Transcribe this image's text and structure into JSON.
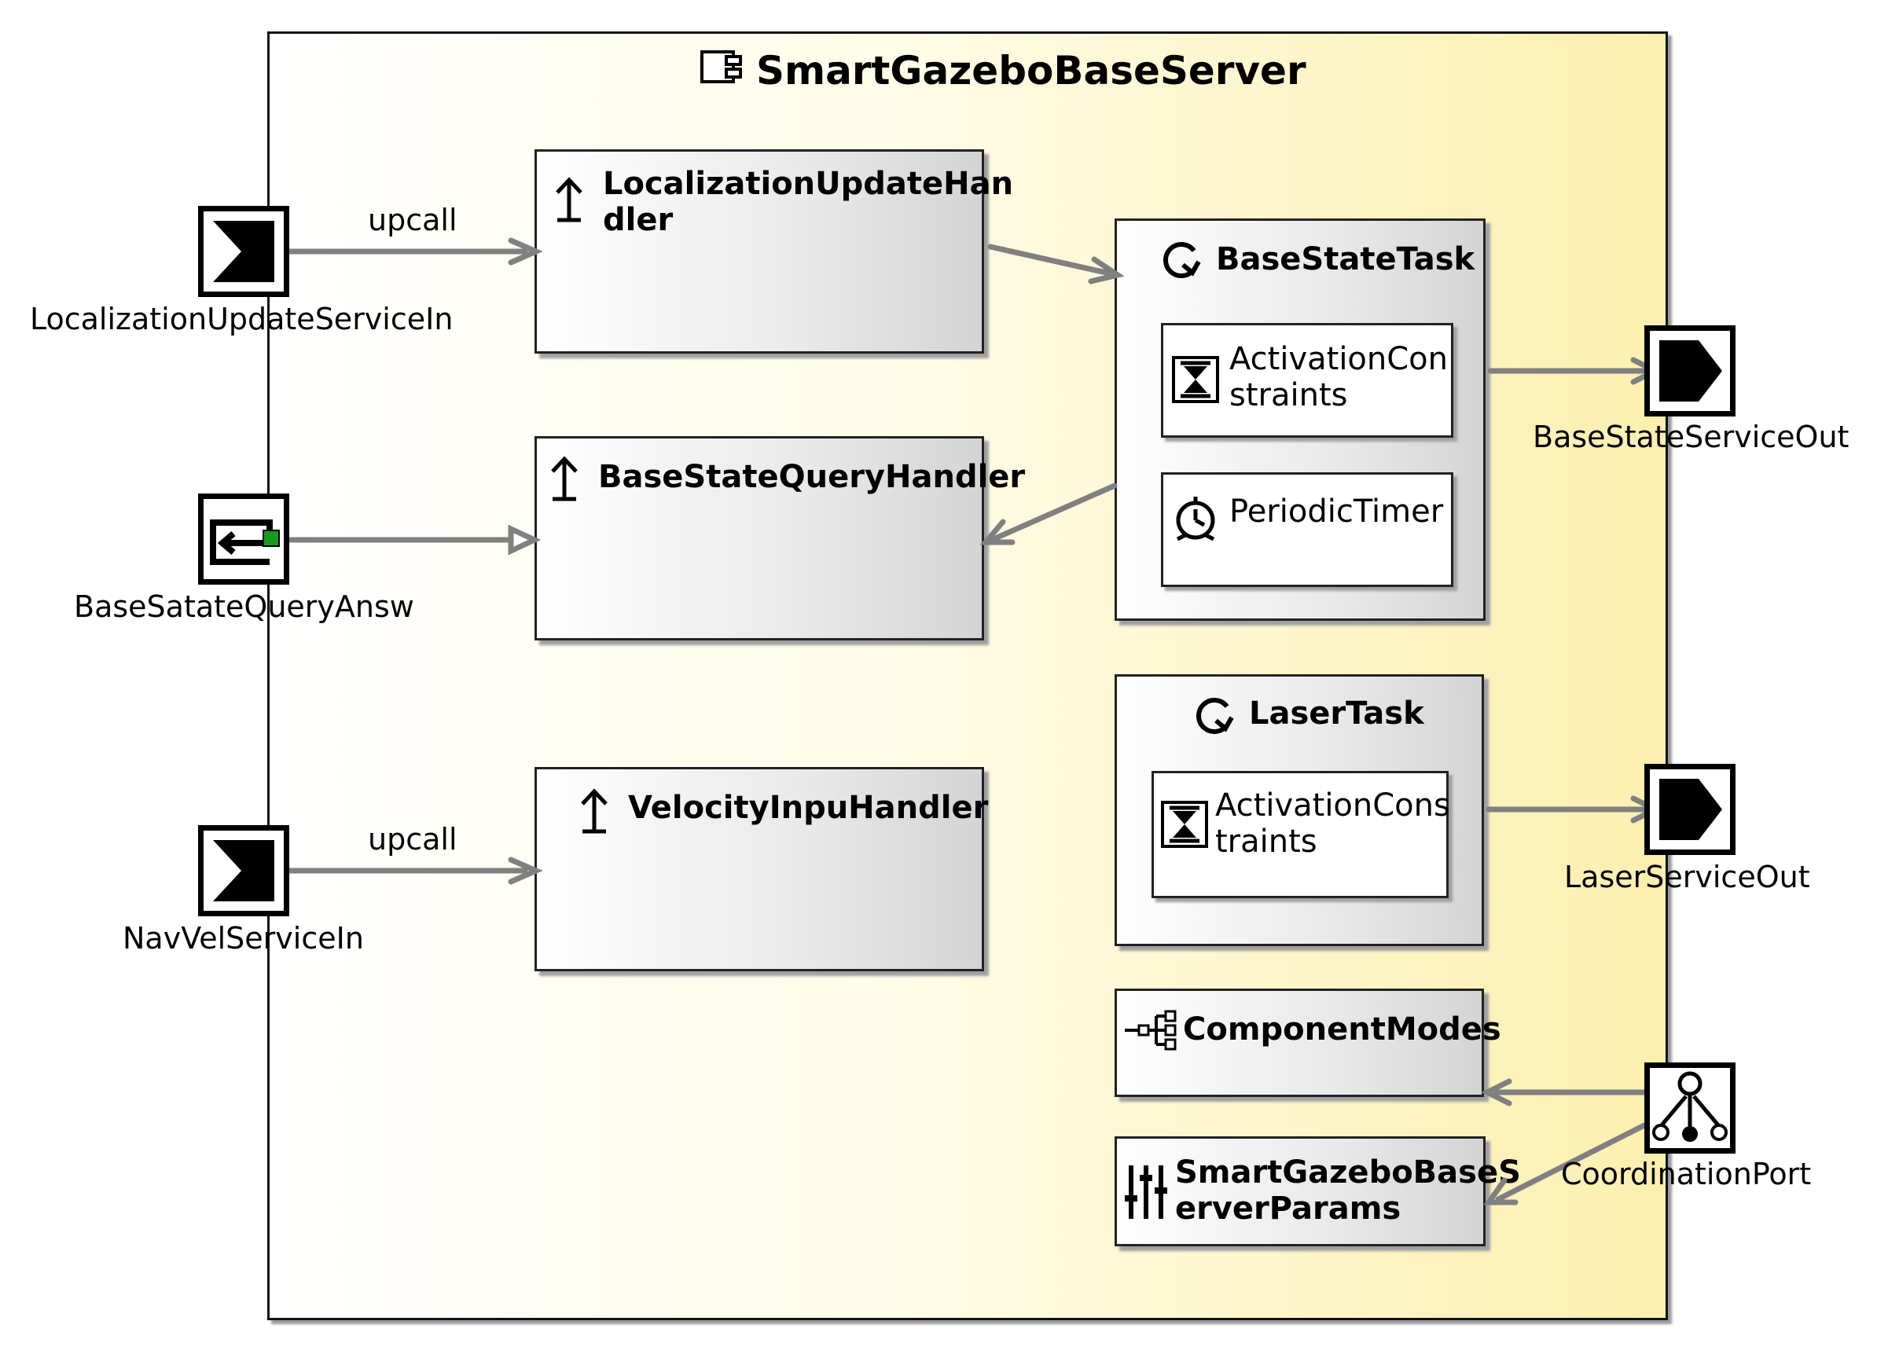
{
  "component": {
    "title": "SmartGazeboBaseServer"
  },
  "handlers": {
    "localization": "LocalizationUpdateHan\ndler",
    "base_state_query": "BaseStateQueryHandler",
    "velocity": "VelocityInpuHandler"
  },
  "tasks": {
    "base_state": {
      "title": "BaseStateTask",
      "activation": "ActivationCon\nstraints",
      "timer": "PeriodicTimer"
    },
    "laser": {
      "title": "LaserTask",
      "activation": "ActivationCons\ntraints"
    }
  },
  "component_modes": "ComponentModes",
  "params": "SmartGazeboBaseS\nerverParams",
  "ports": {
    "localization_in": "LocalizationUpdateServiceIn",
    "base_state_query_answ": "BaseSatateQueryAnsw",
    "nav_vel_in": "NavVelServiceIn",
    "base_state_out": "BaseStateServiceOut",
    "laser_out": "LaserServiceOut",
    "coordination": "CoordinationPort"
  },
  "edges": {
    "upcall_1": "upcall",
    "upcall_2": "upcall"
  },
  "colors": {
    "edge": "#808080",
    "answer_port_accent": "#1a9a1a",
    "component_fill_right": "#fcefaf"
  },
  "icons": {
    "component": "component-icon",
    "handler": "upcall-handler-icon",
    "task": "task-cycle-icon",
    "activation": "hourglass-icon",
    "timer": "stopwatch-icon",
    "modes": "mode-tree-icon",
    "params": "sliders-icon",
    "port_in": "input-port-icon",
    "port_out": "output-port-icon",
    "port_answer": "answer-port-icon",
    "port_coordination": "coordination-icon"
  }
}
